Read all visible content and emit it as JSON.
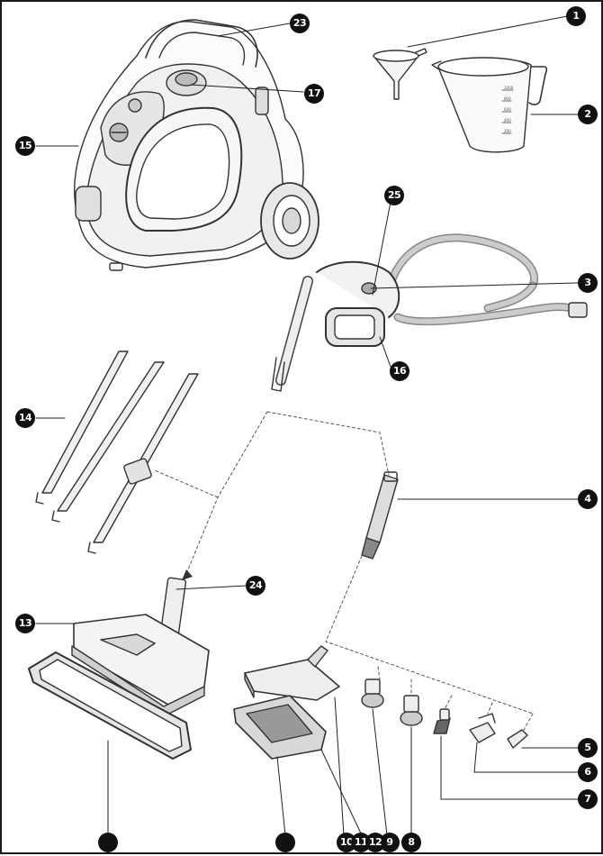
{
  "diagram": {
    "callouts": {
      "c1": "1",
      "c2": "2",
      "c3": "3",
      "c4": "4",
      "c5": "5",
      "c6": "6",
      "c7": "7",
      "c8": "8",
      "c9": "9",
      "c10": "10",
      "c11": "11",
      "c12": "12",
      "c13": "13",
      "c14": "14",
      "c15": "15",
      "c16": "16",
      "c17": "17",
      "c23": "23",
      "c24": "24",
      "c25": "25",
      "c_blank_cloth": "",
      "c_blank_pad": ""
    },
    "jug_scale": [
      "1000",
      "800",
      "600",
      "400",
      "200"
    ]
  }
}
